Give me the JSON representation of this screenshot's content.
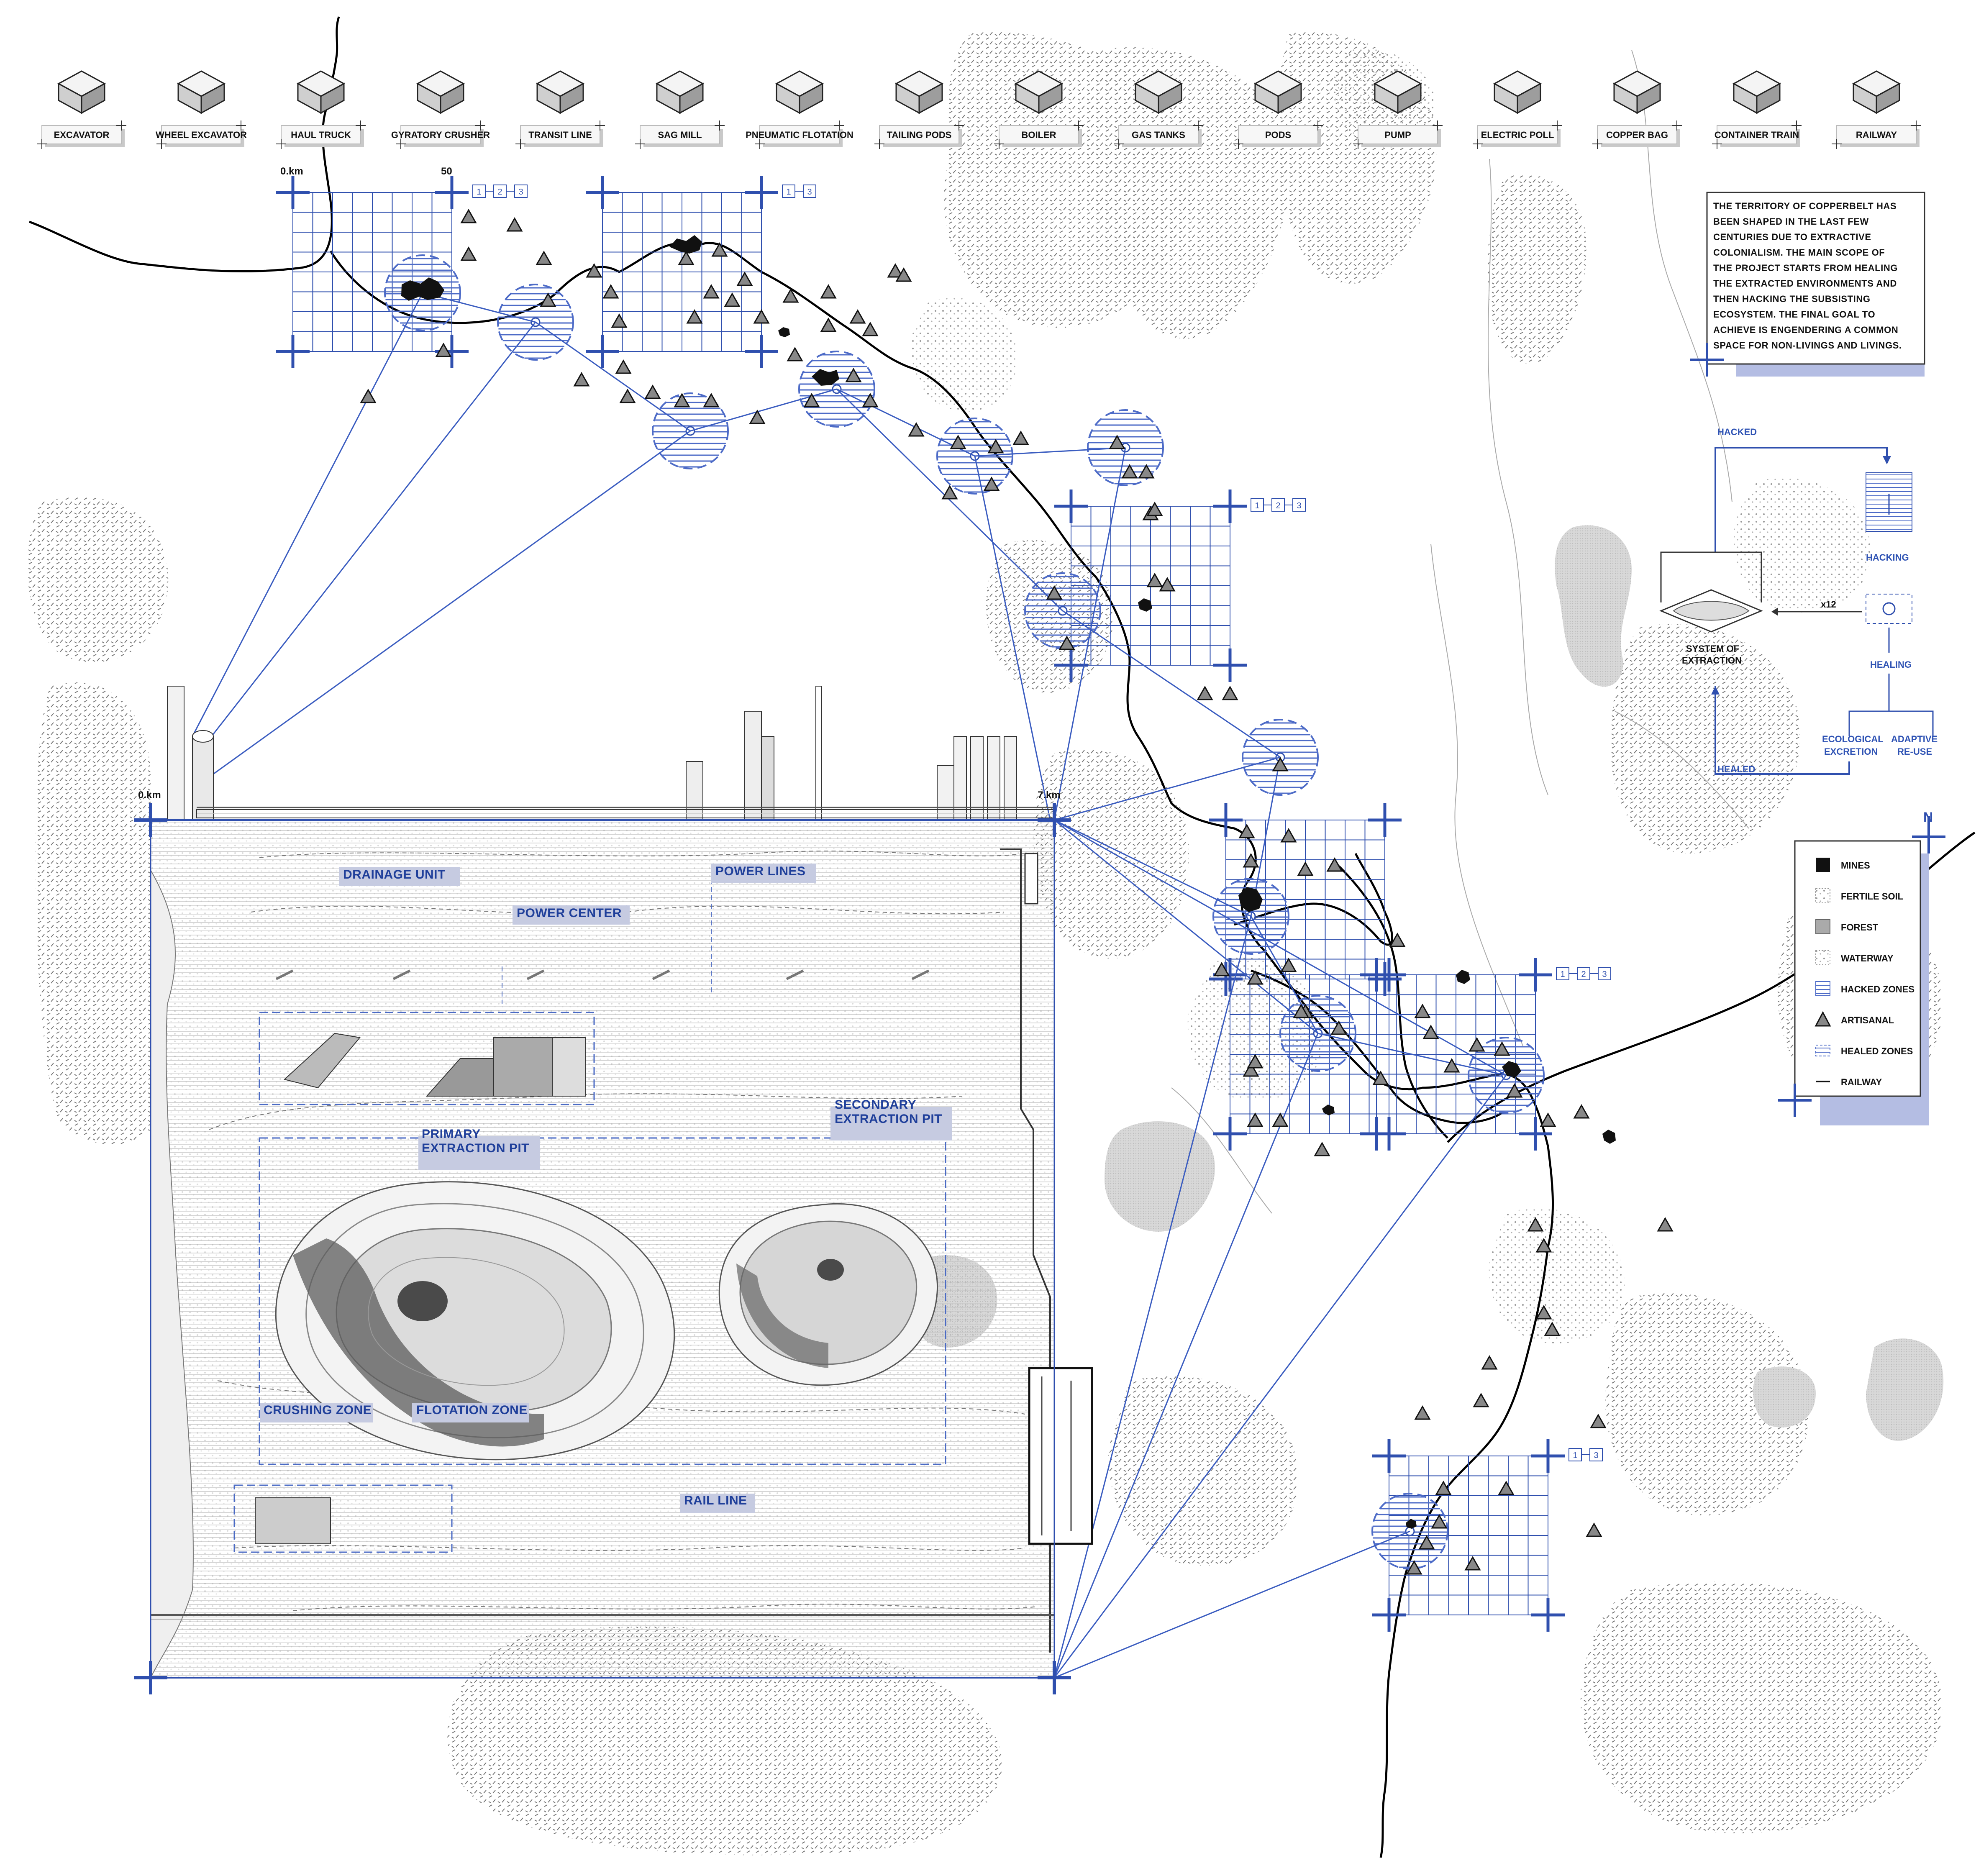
{
  "equipment": [
    {
      "label": "EXCAVATOR",
      "icon": "excavator-icon"
    },
    {
      "label": "WHEEL EXCAVATOR",
      "icon": "wheel-excavator-icon"
    },
    {
      "label": "HAUL TRUCK",
      "icon": "haul-truck-icon"
    },
    {
      "label": "GYRATORY CRUSHER",
      "icon": "gyratory-crusher-icon"
    },
    {
      "label": "TRANSIT LINE",
      "icon": "transit-line-icon"
    },
    {
      "label": "SAG MILL",
      "icon": "sag-mill-icon"
    },
    {
      "label": "PNEUMATIC FLOTATION",
      "icon": "pneumatic-flotation-icon"
    },
    {
      "label": "TAILING PODS",
      "icon": "tailing-pods-icon"
    },
    {
      "label": "BOILER",
      "icon": "boiler-icon"
    },
    {
      "label": "GAS TANKS",
      "icon": "gas-tanks-icon"
    },
    {
      "label": "PODS",
      "icon": "pods-icon"
    },
    {
      "label": "PUMP",
      "icon": "pump-icon"
    },
    {
      "label": "ELECTRIC POLL",
      "icon": "electric-poll-icon"
    },
    {
      "label": "COPPER BAG",
      "icon": "copper-bag-icon"
    },
    {
      "label": "CONTAINER TRAIN",
      "icon": "container-train-icon"
    },
    {
      "label": "RAILWAY",
      "icon": "railway-icon"
    }
  ],
  "scale": {
    "start": "0.km",
    "end": "50"
  },
  "section_scale": {
    "start": "0.km",
    "end": "7.km"
  },
  "phase_tags": {
    "one": "1",
    "two": "2",
    "three": "3"
  },
  "description": [
    "THE TERRITORY OF COPPERBELT HAS",
    "BEEN SHAPED IN THE LAST FEW",
    "CENTURIES DUE TO EXTRACTIVE",
    "COLONIALISM. THE MAIN SCOPE OF",
    "THE PROJECT STARTS FROM HEALING",
    "THE EXTRACTED ENVIRONMENTS AND",
    "THEN HACKING THE SUBSISTING",
    "ECOSYSTEM. THE FINAL GOAL TO",
    "ACHIEVE IS ENGENDERING A COMMON",
    "SPACE FOR NON-LIVINGS AND LIVINGS."
  ],
  "cycle": {
    "hacked": "HACKED",
    "hacking": "HACKING",
    "healing": "HEALING",
    "healed": "HEALED",
    "system_line1": "SYSTEM OF",
    "system_line2": "EXTRACTION",
    "multiplier": "x12",
    "eco_line1": "ECOLOGICAL",
    "eco_line2": "EXCRETION",
    "reuse_line1": "ADAPTIVE",
    "reuse_line2": "RE-USE"
  },
  "north": "N",
  "legend": [
    {
      "label": "MINES",
      "icon": "mines-swatch-icon"
    },
    {
      "label": "FERTILE SOIL",
      "icon": "fertile-soil-swatch-icon"
    },
    {
      "label": "FOREST",
      "icon": "forest-swatch-icon"
    },
    {
      "label": "WATERWAY",
      "icon": "waterway-swatch-icon"
    },
    {
      "label": "HACKED ZONES",
      "icon": "hacked-zones-swatch-icon"
    },
    {
      "label": "ARTISANAL",
      "icon": "artisanal-triangle-icon"
    },
    {
      "label": "HEALED ZONES",
      "icon": "healed-zones-swatch-icon"
    },
    {
      "label": "RAILWAY",
      "icon": "railway-line-icon"
    }
  ],
  "site_labels": {
    "drainage": "DRAINAGE UNIT",
    "power_center": "POWER CENTER",
    "power_lines": "POWER LINES",
    "secondary_1": "SECONDARY",
    "secondary_2": "EXTRACTION PIT",
    "primary_1": "PRIMARY",
    "primary_2": "EXTRACTION PIT",
    "crushing": "CRUSHING  ZONE",
    "flotation": "FLOTATION  ZONE",
    "rail": "RAIL LINE"
  }
}
